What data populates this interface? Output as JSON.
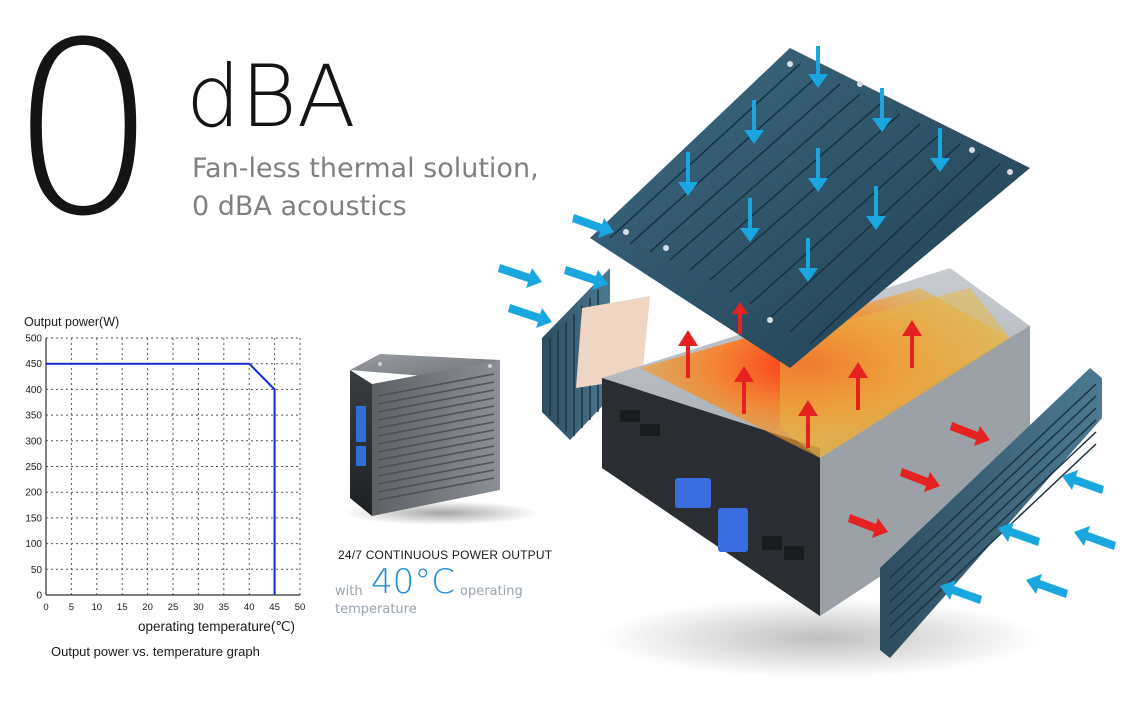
{
  "hero": {
    "zero": "0",
    "unit": "dBA",
    "subtitle_line1": "Fan-less thermal solution,",
    "subtitle_line2": "0 dBA acoustics"
  },
  "chart_data": {
    "type": "line",
    "title": "",
    "ylabel": "Output power(W)",
    "xlabel": "operating temperature(℃)",
    "caption": "Output power vs. temperature graph",
    "xlim": [
      0,
      50
    ],
    "ylim": [
      0,
      500
    ],
    "x_ticks": [
      0,
      5,
      10,
      15,
      20,
      25,
      30,
      35,
      40,
      45,
      50
    ],
    "y_ticks": [
      0,
      50,
      100,
      150,
      200,
      250,
      300,
      350,
      400,
      450,
      500
    ],
    "grid": true,
    "series": [
      {
        "x": [
          0,
          40,
          45,
          45
        ],
        "y": [
          450,
          450,
          400,
          0
        ],
        "color": "#1428d8"
      }
    ]
  },
  "product": {
    "continuous_title": "24/7 CONTINUOUS POWER OUTPUT",
    "temp_prefix": "with",
    "temp_value": "40°C",
    "temp_suffix": "operating",
    "temp_suffix2": "temperature"
  },
  "colors": {
    "cool_arrow": "#1aa7e0",
    "hot_arrow": "#e5221f",
    "heatsink": "#2c4a5c",
    "accent_blue": "#1e8bd8"
  }
}
